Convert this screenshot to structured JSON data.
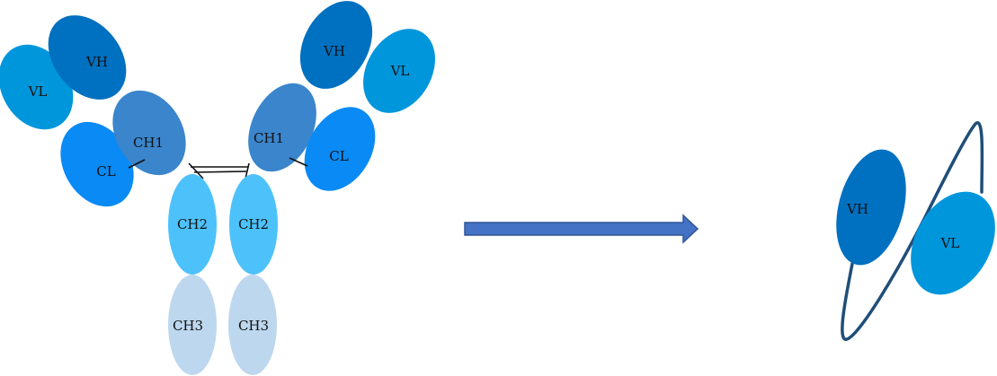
{
  "antibody": {
    "left_arm": {
      "vh": "VH",
      "vl": "VL",
      "ch1": "CH1",
      "cl": "CL"
    },
    "right_arm": {
      "vh": "VH",
      "vl": "VL",
      "ch1": "CH1",
      "cl": "CL"
    },
    "fc": {
      "ch2_left": "CH2",
      "ch2_right": "CH2",
      "ch3_left": "CH3",
      "ch3_right": "CH3"
    }
  },
  "scfv": {
    "vh": "VH",
    "vl": "VL"
  },
  "colors": {
    "vh": "#0070C0",
    "vl": "#0096DC",
    "ch1": "#3A85CC",
    "cl": "#0A8AF5",
    "ch2": "#4DC2FA",
    "ch3": "#BDD7EE",
    "arrow_fill": "#4472C4",
    "arrow_stroke": "#2F5597",
    "linker": "#1F4E79",
    "scfv_vh": "#0070C0",
    "scfv_vl": "#0096DC"
  }
}
